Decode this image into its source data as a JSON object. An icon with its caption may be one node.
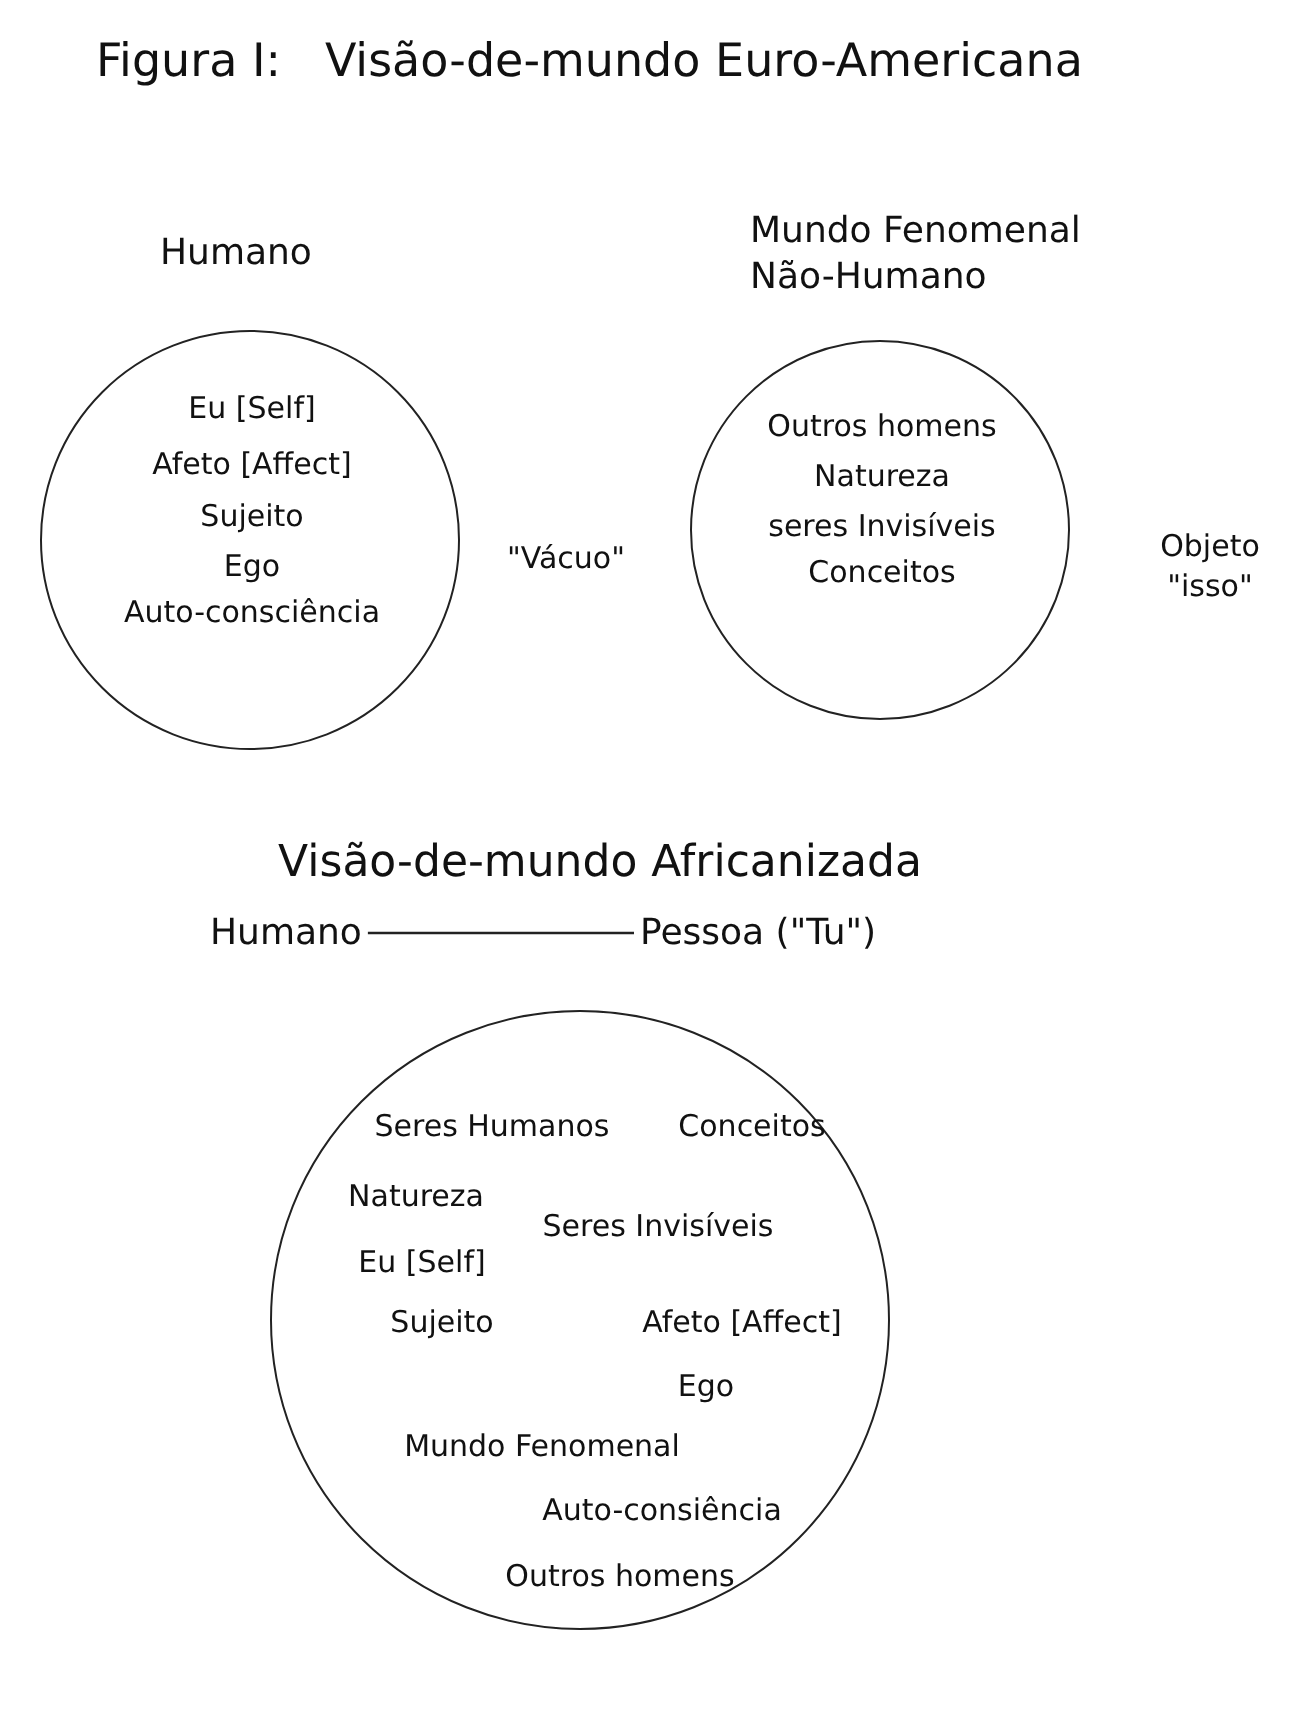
{
  "diagram": {
    "title": "Figura I:   Visão-de-mundo Euro-Americana",
    "nodes": [
      {
        "text": [
          "Humano",
          "Eu [Self]",
          "Afeto [Affect]",
          "Sujeito",
          "Ego",
          "Auto-consciência"
        ]
      },
      {
        "text": [
          "Mundo Fenomenal Não-Humano",
          "Outros homens",
          "Natureza",
          "seres Invisíveis",
          "Conceitos"
        ]
      },
      {
        "text": [
          "Humano"
        ]
      },
      {
        "text": [
          "Pessoa (\"Tu\")"
        ]
      },
      {
        "text": [
          "Seres Humanos",
          "Conceitos",
          "Natureza",
          "Seres Invisíveis",
          "Eu [Self]",
          "Sujeito",
          "Afeto [Affect]",
          "Ego",
          "Mundo Fenomenal",
          "Auto-consiência",
          "Outros homens"
        ]
      }
    ],
    "edges": [
      {
        "from": 2,
        "to": 3,
        "arrow": "none"
      }
    ],
    "labels": [
      "\"Vácuo\"",
      "Objeto \"isso\"",
      "Visão-de-mundo Africanizada"
    ]
  }
}
